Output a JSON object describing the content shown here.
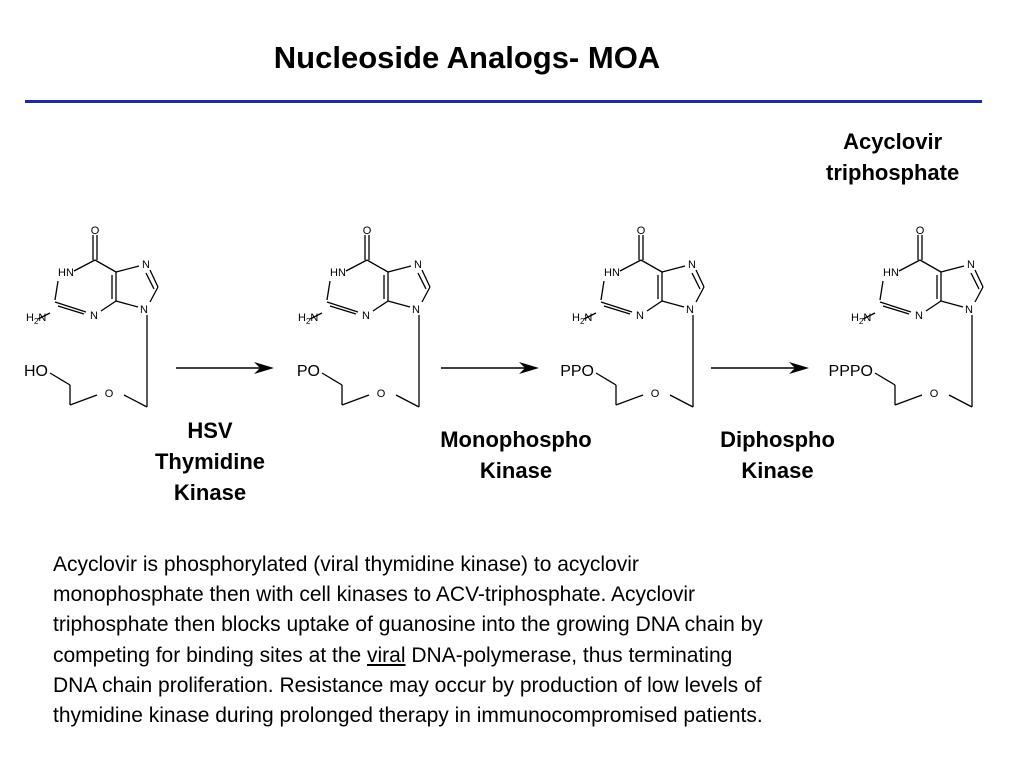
{
  "slide": {
    "title": "Nucleoside Analogs-  MOA",
    "accent_color": "#1f2aa0"
  },
  "diagram": {
    "final_label": [
      "Acyclovir",
      "triphosphate"
    ],
    "atom_labels": {
      "oxygen": "O",
      "nitrogen": "N",
      "ring_nh": "HN",
      "amine_h": "H",
      "amine_sub": "2",
      "amine_n": "N"
    },
    "molecules": [
      {
        "group": "HO"
      },
      {
        "group": "PO"
      },
      {
        "group": "PPO"
      },
      {
        "group": "PPPO"
      }
    ],
    "enzymes": [
      {
        "lines": [
          "HSV",
          "Thymidine",
          "Kinase"
        ]
      },
      {
        "lines": [
          "Monophospho",
          "Kinase"
        ]
      },
      {
        "lines": [
          "Diphospho",
          "Kinase"
        ]
      }
    ]
  },
  "body": {
    "lines": [
      "Acyclovir is phosphorylated (viral thymidine kinase) to acyclovir",
      "monophosphate then with cell kinases to ACV-triphosphate.  Acyclovir",
      "triphosphate then blocks uptake of guanosine into the growing DNA chain by"
    ],
    "line4_before": "competing for binding sites at the ",
    "line4_underlined": "viral",
    "line4_after": " DNA-polymerase, thus terminating",
    "lines_end": [
      "DNA chain proliferation.  Resistance may occur by production of low levels of",
      "thymidine kinase during prolonged therapy in immunocompromised patients."
    ]
  }
}
